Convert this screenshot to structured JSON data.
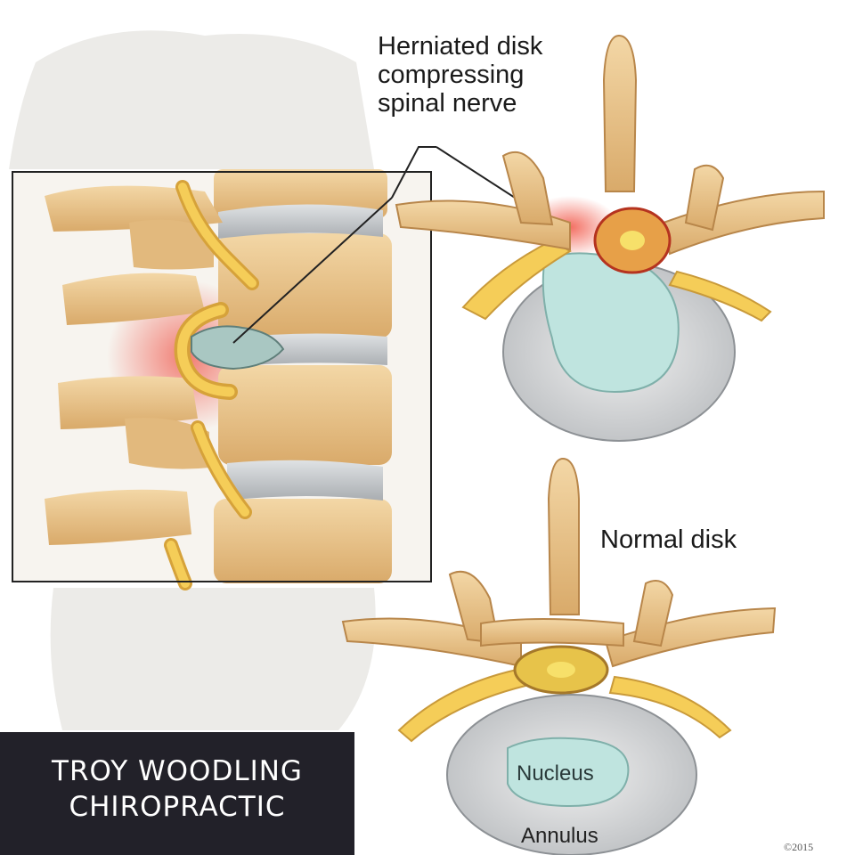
{
  "labels": {
    "herniated": [
      "Herniated disk",
      "compressing",
      "spinal nerve"
    ],
    "normal": "Normal disk",
    "nucleus": "Nucleus",
    "annulus": "Annulus",
    "copyright": "©2015"
  },
  "brand": {
    "line1": "TROY WOODLING",
    "line2": "CHIROPRACTIC"
  },
  "colors": {
    "bone": "#e9c48c",
    "bone_shadow": "#c99a5c",
    "nerve": "#f0c24a",
    "disk_gray": "#c9cdd0",
    "nucleus": "#bfe4df",
    "inflammation": "#f0655a",
    "brand_bg": "#222129"
  }
}
